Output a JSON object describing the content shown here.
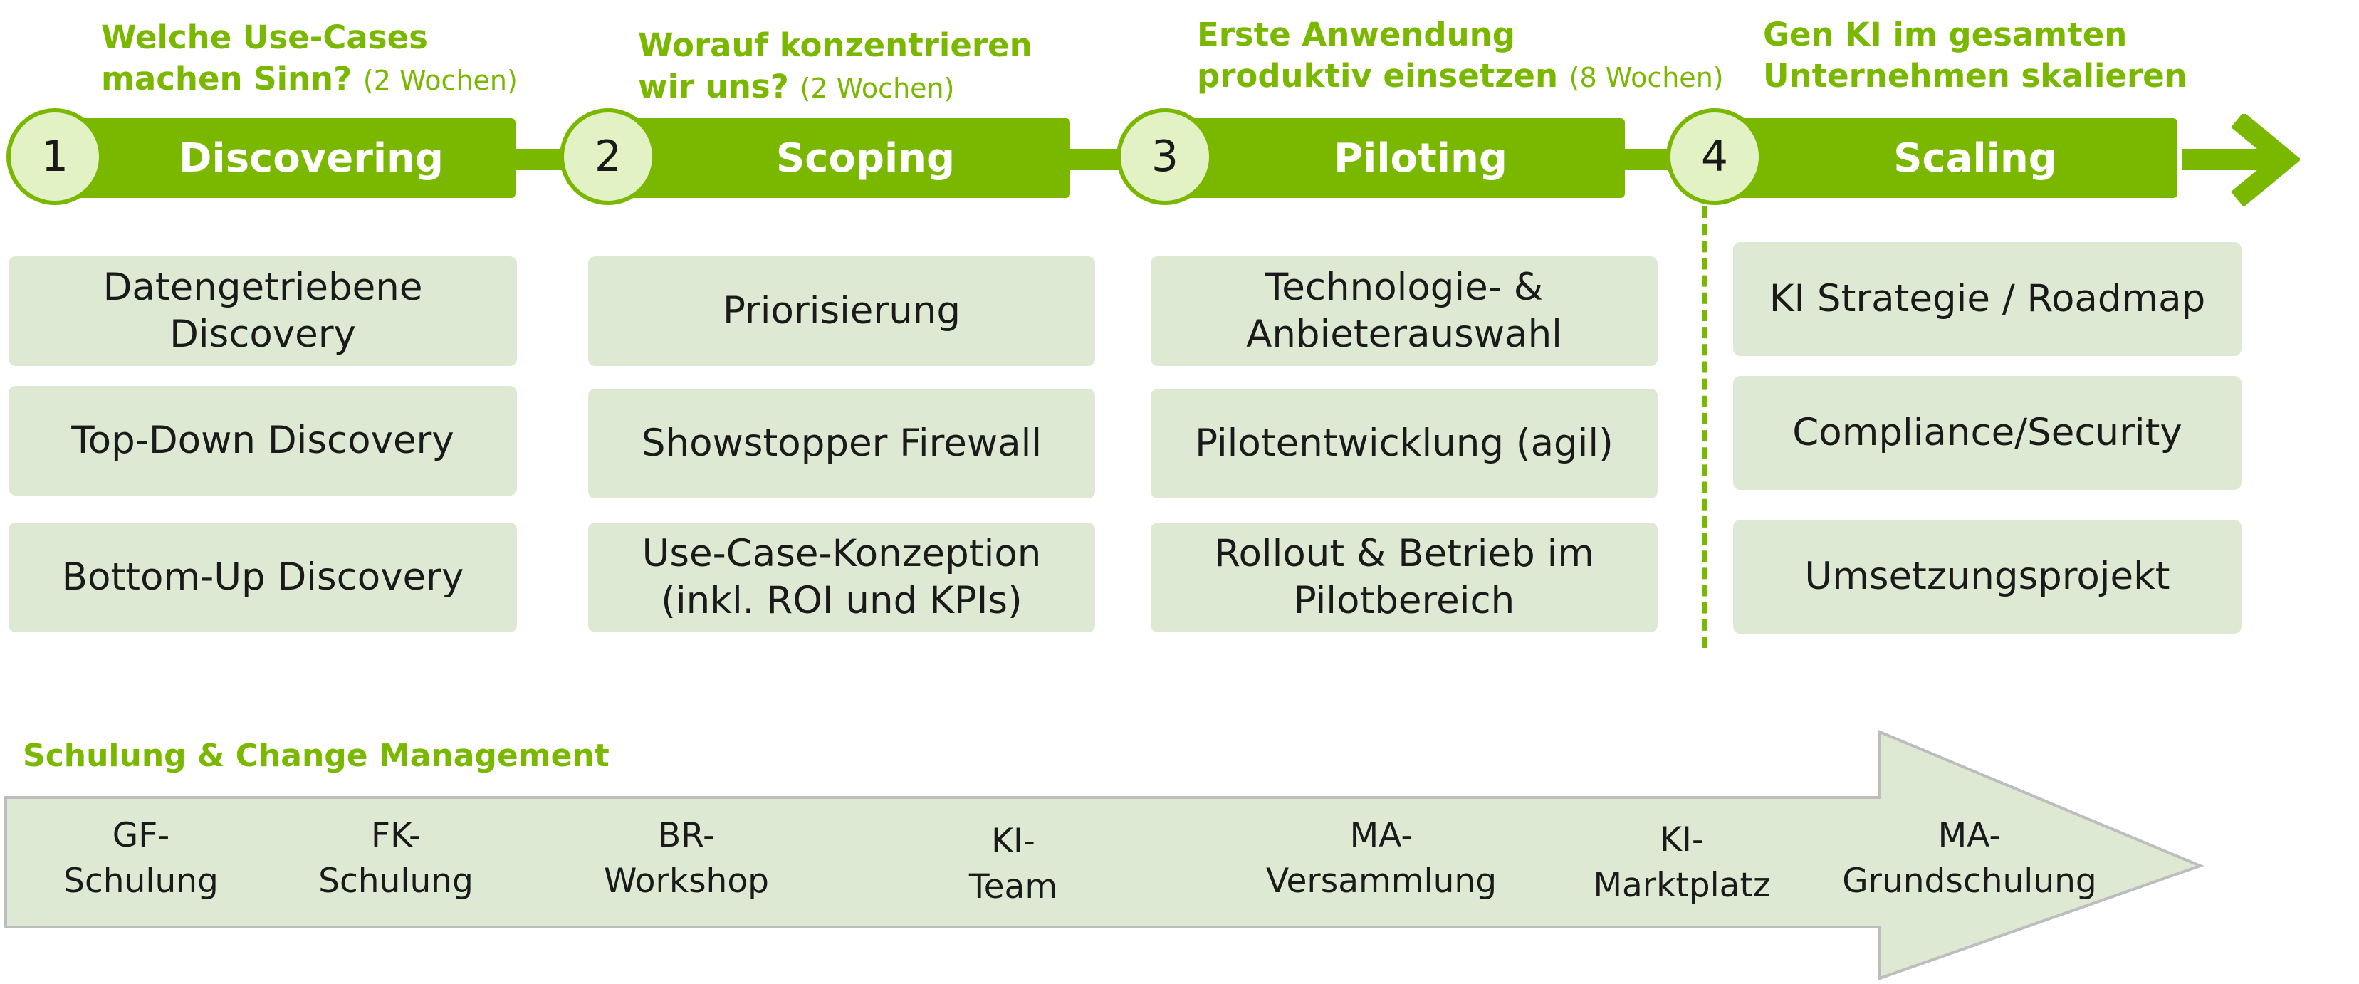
{
  "colors": {
    "accent": "#7ab800",
    "box_fill": "#dde9d2",
    "circle_fill": "#e2f2c4",
    "text": "#1a1a1a"
  },
  "phases": [
    {
      "number": "1",
      "name": "Discovering",
      "question_lines": [
        "Welche Use-Cases",
        "machen Sinn?"
      ],
      "duration": "(2 Wochen)",
      "items": [
        [
          "Datengetriebene",
          "Discovery"
        ],
        [
          "Top-Down Discovery"
        ],
        [
          "Bottom-Up Discovery"
        ]
      ]
    },
    {
      "number": "2",
      "name": "Scoping",
      "question_lines": [
        "Worauf konzentrieren",
        "wir uns?"
      ],
      "duration": "(2 Wochen)",
      "items": [
        [
          "Priorisierung"
        ],
        [
          "Showstopper Firewall"
        ],
        [
          "Use-Case-Konzeption",
          "(inkl. ROI und KPIs)"
        ]
      ]
    },
    {
      "number": "3",
      "name": "Piloting",
      "question_lines": [
        "Erste Anwendung",
        "produktiv einsetzen"
      ],
      "duration": "(8 Wochen)",
      "items": [
        [
          "Technologie- &",
          "Anbieterauswahl"
        ],
        [
          "Pilotentwicklung (agil)"
        ],
        [
          "Rollout & Betrieb im",
          "Pilotbereich"
        ]
      ]
    },
    {
      "number": "4",
      "name": "Scaling",
      "question_lines": [
        "Gen KI im gesamten",
        "Unternehmen skalieren"
      ],
      "duration": "",
      "items": [
        [
          "KI Strategie / Roadmap"
        ],
        [
          "Compliance/Security"
        ],
        [
          "Umsetzungsprojekt"
        ]
      ]
    }
  ],
  "change_management": {
    "title": "Schulung & Change Management",
    "stages": [
      [
        "GF-",
        "Schulung"
      ],
      [
        "FK-",
        "Schulung"
      ],
      [
        "BR-",
        "Workshop"
      ],
      [
        "KI-",
        "Team"
      ],
      [
        "MA-",
        "Versammlung"
      ],
      [
        "KI-",
        "Marktplatz"
      ],
      [
        "MA-",
        "Grundschulung"
      ]
    ]
  }
}
